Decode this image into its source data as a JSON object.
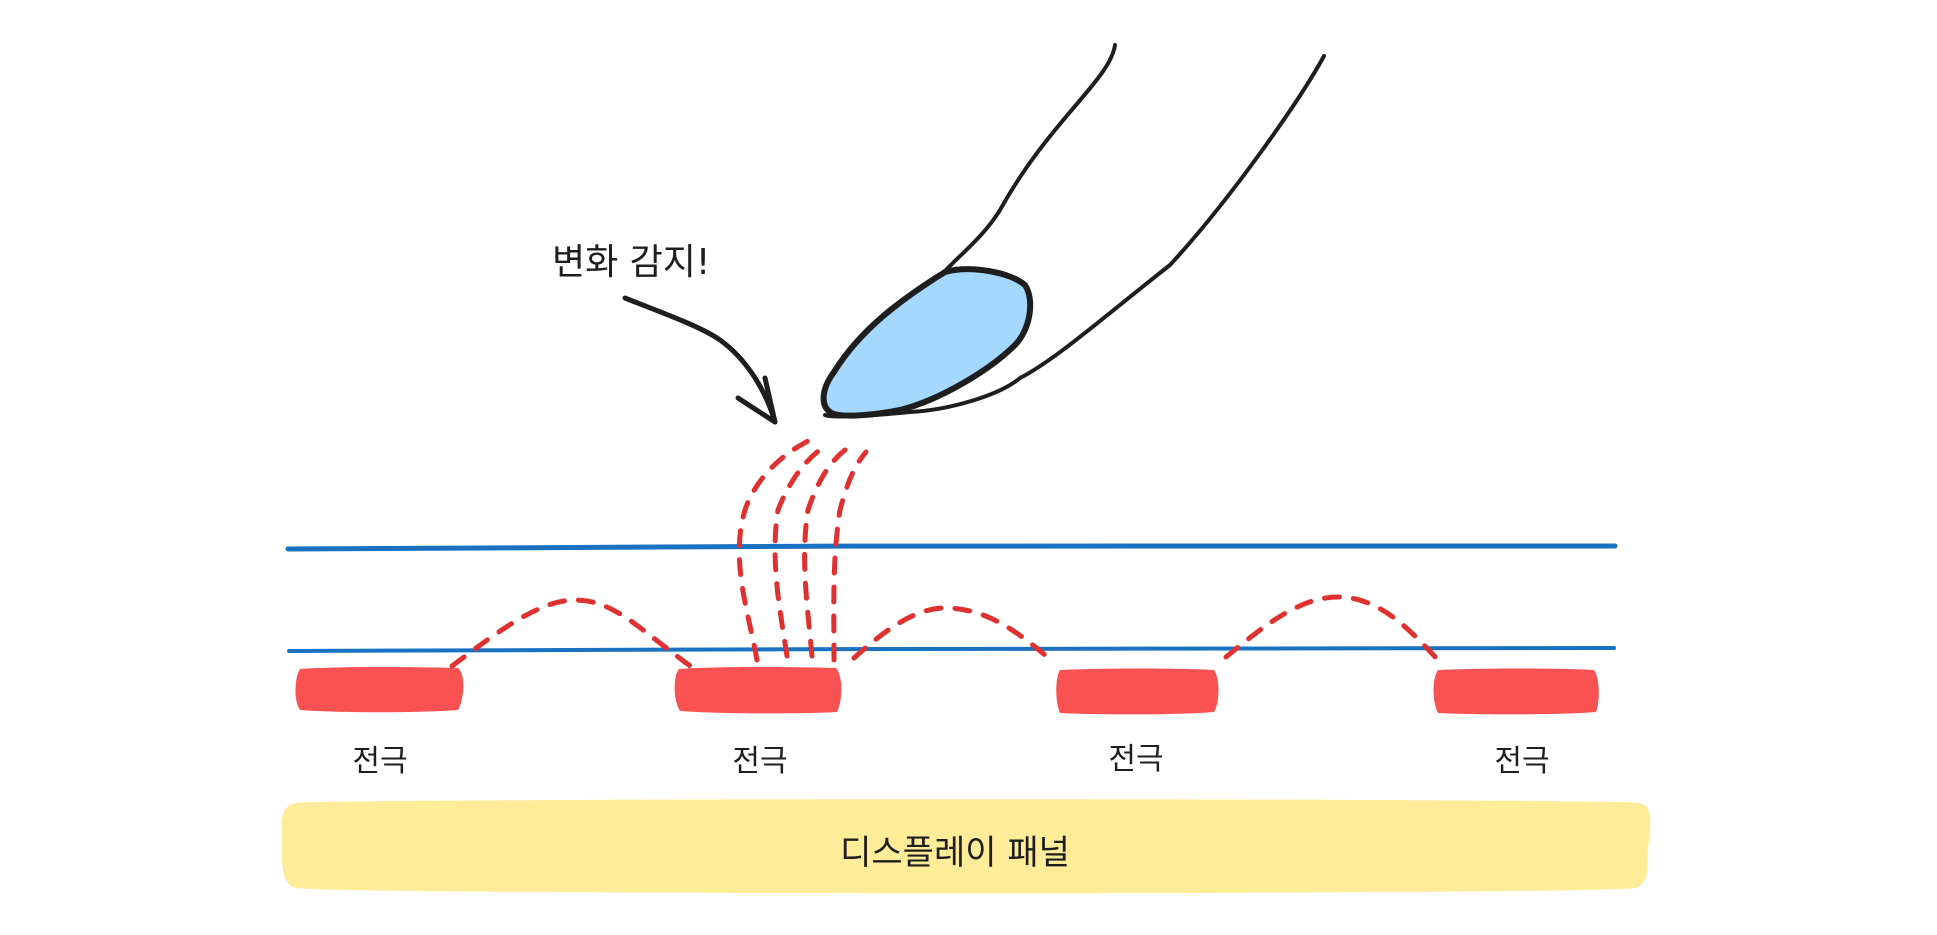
{
  "annotation": {
    "text": "변화 감지!"
  },
  "electrodes": [
    {
      "label": "전극"
    },
    {
      "label": "전극"
    },
    {
      "label": "전극"
    },
    {
      "label": "전극"
    }
  ],
  "panel": {
    "label": "디스플레이 패널"
  },
  "colors": {
    "electrode": "#fa5252",
    "field_lines": "#e03131",
    "layer_lines": "#1971c2",
    "panel": "#ffec99",
    "fingertip": "#a5d8ff",
    "outline": "#1e1e1e"
  }
}
